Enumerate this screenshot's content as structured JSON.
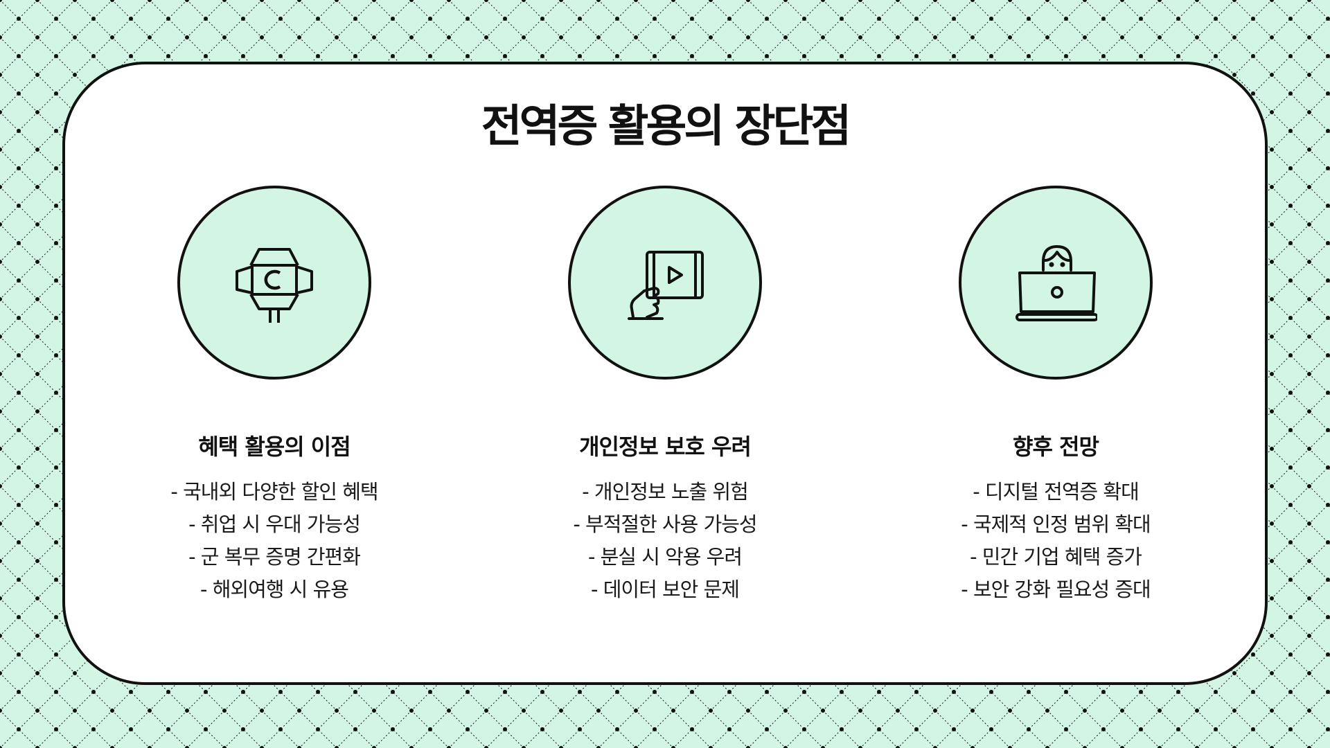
{
  "colors": {
    "background": "#d3f5e3",
    "accent_fill": "#d3f5e3",
    "card": "#ffffff",
    "outline": "#111111"
  },
  "slide": {
    "title": "전역증 활용의 장단점",
    "sections": [
      {
        "icon": "spotlight-icon",
        "heading": "혜택 활용의 이점",
        "items": [
          "- 국내외 다양한 할인 혜택",
          "- 취업 시 우대 가능성",
          "- 군 복무 증명 간편화",
          "- 해외여행 시 유용"
        ]
      },
      {
        "icon": "hand-tablet-play-icon",
        "heading": "개인정보 보호 우려",
        "items": [
          "- 개인정보 노출 위험",
          "- 부적절한 사용 가능성",
          "- 분실 시 악용 우려",
          "- 데이터 보안 문제"
        ]
      },
      {
        "icon": "person-laptop-icon",
        "heading": "향후 전망",
        "items": [
          "- 디지털 전역증 확대",
          "- 국제적 인정 범위 확대",
          "- 민간 기업 혜택 증가",
          "- 보안 강화 필요성 증대"
        ]
      }
    ]
  }
}
